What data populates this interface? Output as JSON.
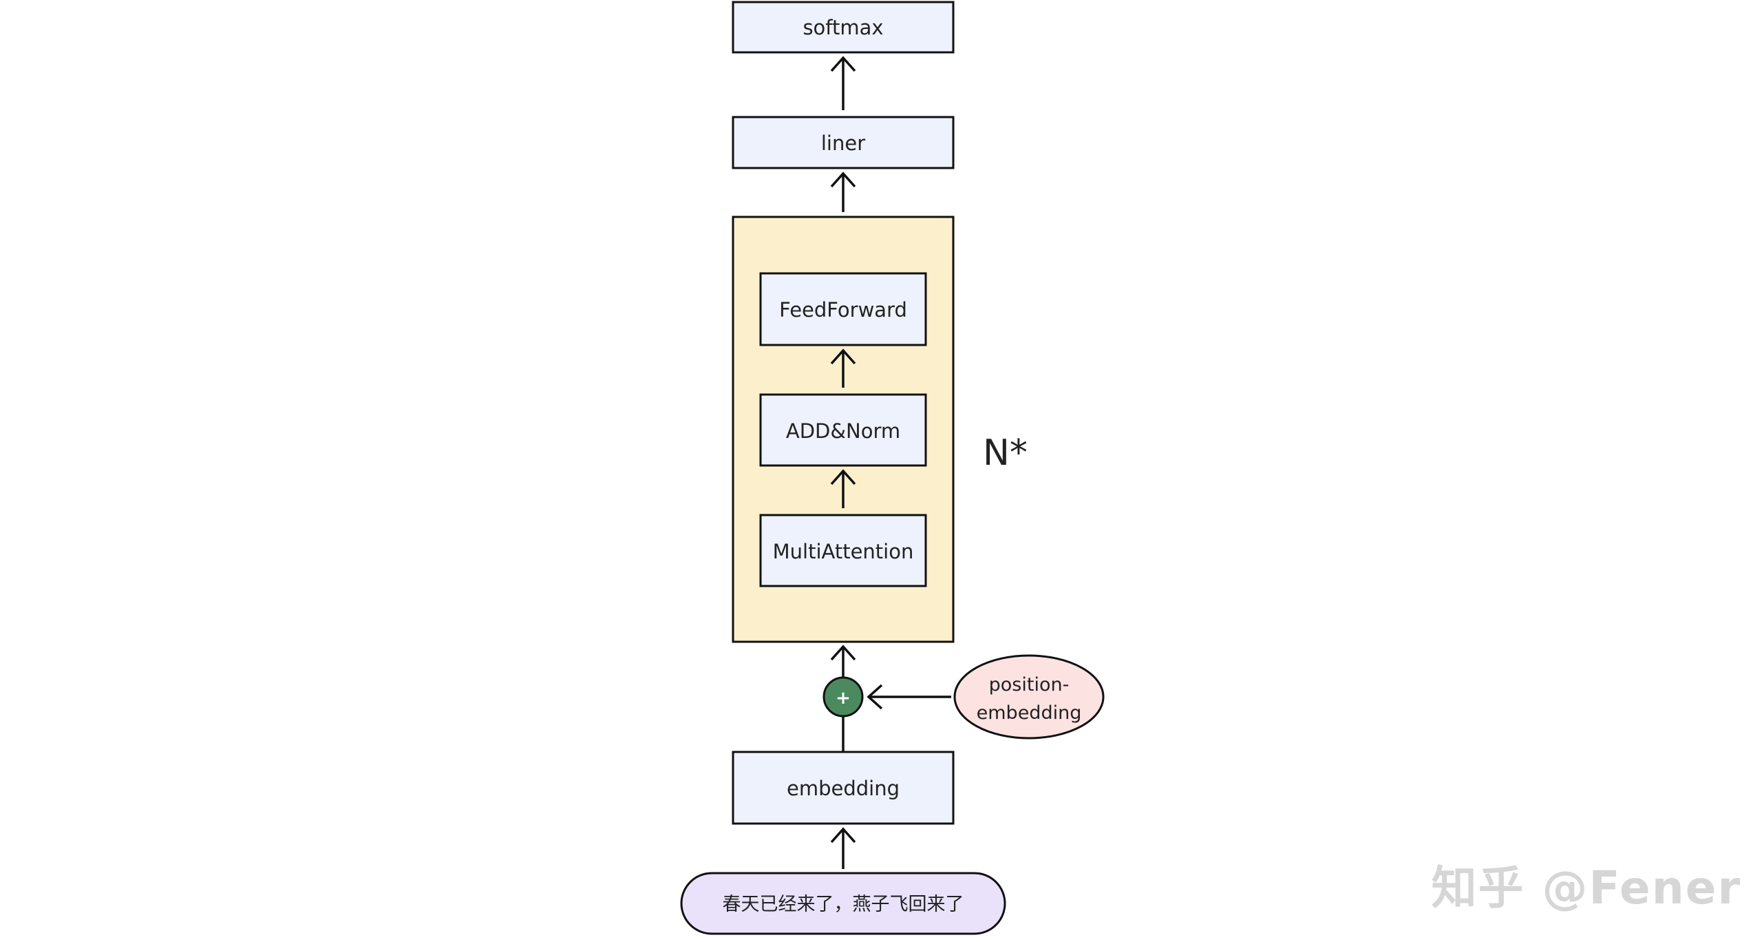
{
  "diagram": {
    "softmax_label": "softmax",
    "liner_label": "liner",
    "feedforward_label": "FeedForward",
    "addnorm_label": "ADD&Norm",
    "multiattention_label": "MultiAttention",
    "repeat_label": "N*",
    "plus_label": "+",
    "position_embedding_line1": "position-",
    "position_embedding_line2": "embedding",
    "embedding_label": "embedding",
    "input_text": "春天已经来了，燕子飞回来了",
    "watermark": "知乎 @Fener"
  },
  "colors": {
    "box_fill": "#eef2fc",
    "block_fill": "#fcf0cc",
    "plus_fill": "#4a8a5e",
    "position_fill": "#fde2e2",
    "input_fill": "#e9e2fa",
    "stroke": "#111111",
    "watermark": "#d6d6d6"
  }
}
